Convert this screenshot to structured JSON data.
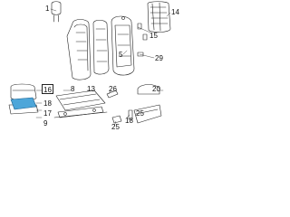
{
  "diagram": {
    "kind": "exploded-parts-diagram",
    "subject": "seat",
    "highlight_color": "#4da6d9",
    "line_color": "#222222",
    "background": "#ffffff"
  },
  "callouts": {
    "c1": "1",
    "c5": "5",
    "c8": "8",
    "c9": "9",
    "c13": "13",
    "c14": "14",
    "c15": "15",
    "c16": "16",
    "c17": "17",
    "c18": "18",
    "c20": "20",
    "c25": "25",
    "c26": "26",
    "c29": "29"
  }
}
